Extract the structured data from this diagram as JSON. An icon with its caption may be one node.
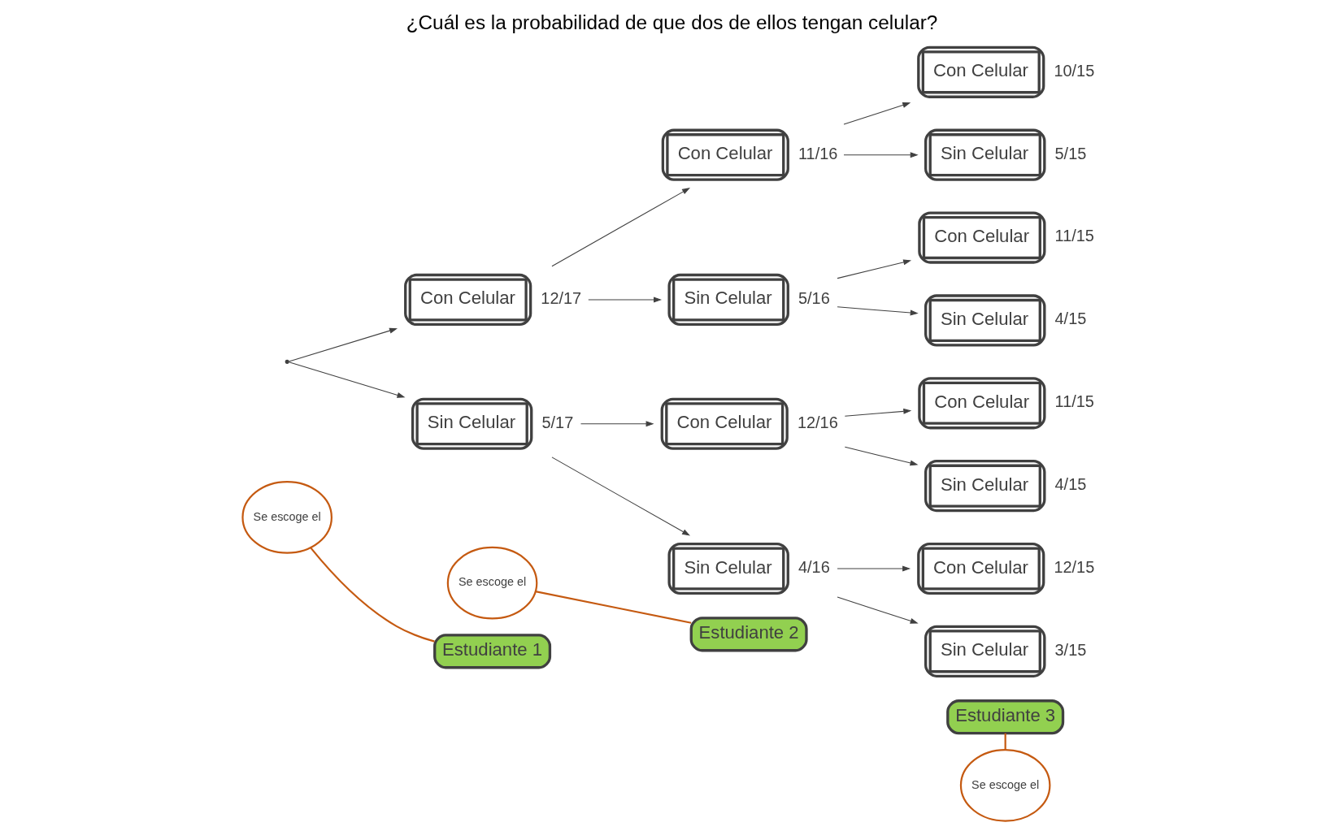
{
  "diagram": {
    "title": "¿Cuál es la probabilidad de que dos de ellos tengan celular?",
    "nodes": [
      {
        "text": [
          "Se escoge el"
        ]
      },
      {
        "text": [
          "Estudiante 1"
        ]
      },
      {
        "text": [
          "Se escoge el"
        ]
      },
      {
        "text": [
          "Estudiante 2"
        ]
      },
      {
        "text": [
          "Estudiante 3"
        ]
      },
      {
        "text": [
          "Se escoge el"
        ]
      },
      {
        "text": [
          "Con Celular"
        ],
        "beside": [
          "12/17"
        ]
      },
      {
        "text": [
          "Sin Celular"
        ],
        "beside": [
          "5/17"
        ]
      },
      {
        "text": [
          "Con Celular"
        ],
        "beside": [
          "11/16"
        ]
      },
      {
        "text": [
          "Sin Celular"
        ],
        "beside": [
          "5/16"
        ]
      },
      {
        "text": [
          "Con Celular"
        ],
        "beside": [
          "12/16"
        ]
      },
      {
        "text": [
          "Sin Celular"
        ],
        "beside": [
          "4/16"
        ]
      },
      {
        "text": [
          "Con Celular"
        ],
        "beside": [
          "10/15"
        ]
      },
      {
        "text": [
          "Sin Celular"
        ],
        "beside": [
          "5/15"
        ]
      },
      {
        "text": [
          "Con Celular"
        ],
        "beside": [
          "11/15"
        ]
      },
      {
        "text": [
          "Sin Celular"
        ],
        "beside": [
          "4/15"
        ]
      },
      {
        "text": [
          "Con Celular"
        ],
        "beside": [
          "11/15"
        ]
      },
      {
        "text": [
          "Sin Celular"
        ],
        "beside": [
          "4/15"
        ]
      },
      {
        "text": [
          "Con Celular"
        ],
        "beside": [
          "12/15"
        ]
      },
      {
        "text": [
          "Sin Celular"
        ],
        "beside": [
          "3/15"
        ]
      },
      {
        "text": [],
        "shape": "point"
      }
    ],
    "edges": [
      {
        "from": 0,
        "to": 1,
        "arrow": "none",
        "color": "#c55a11"
      },
      {
        "from": 2,
        "to": 3,
        "arrow": "none",
        "color": "#c55a11"
      },
      {
        "from": 5,
        "to": 4,
        "arrow": "none",
        "color": "#c55a11"
      },
      {
        "from": 20,
        "to": 6,
        "arrow": "to"
      },
      {
        "from": 20,
        "to": 7,
        "arrow": "to"
      },
      {
        "from": 6,
        "to": 8,
        "arrow": "to"
      },
      {
        "from": 6,
        "to": 9,
        "arrow": "to"
      },
      {
        "from": 7,
        "to": 10,
        "arrow": "to"
      },
      {
        "from": 7,
        "to": 11,
        "arrow": "to"
      },
      {
        "from": 8,
        "to": 12,
        "arrow": "to"
      },
      {
        "from": 8,
        "to": 13,
        "arrow": "to"
      },
      {
        "from": 9,
        "to": 14,
        "arrow": "to"
      },
      {
        "from": 9,
        "to": 15,
        "arrow": "to"
      },
      {
        "from": 10,
        "to": 16,
        "arrow": "to"
      },
      {
        "from": 10,
        "to": 17,
        "arrow": "to"
      },
      {
        "from": 11,
        "to": 18,
        "arrow": "to"
      },
      {
        "from": 11,
        "to": 19,
        "arrow": "to"
      }
    ]
  }
}
